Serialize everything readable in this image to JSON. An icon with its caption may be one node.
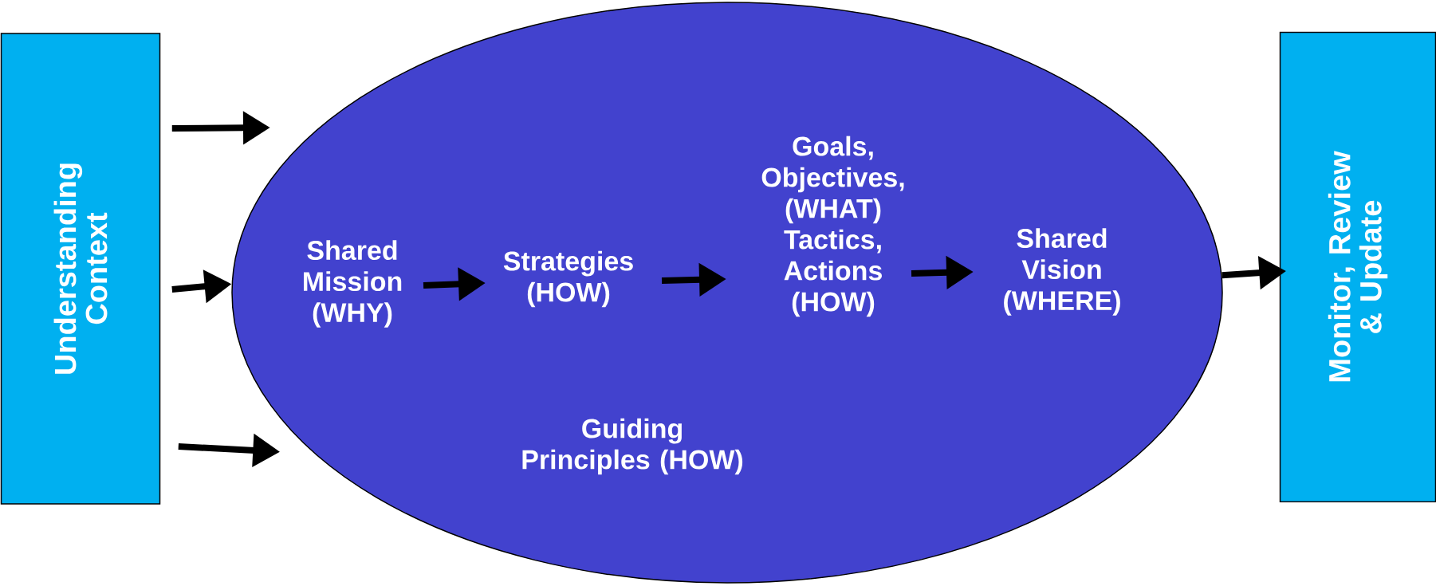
{
  "diagram": {
    "nodes": [
      {
        "text": [
          "Understanding Context"
        ]
      },
      {
        "text": [],
        "shape": "ellipse"
      },
      {
        "text": [
          "Shared Mission (WHY)"
        ],
        "in": 1
      },
      {
        "text": [
          "Strategies (HOW)"
        ],
        "in": 1
      },
      {
        "text": [
          "Goals, Objectives, (WHAT) Tactics, Actions (HOW)"
        ],
        "in": 1
      },
      {
        "text": [
          "Shared Vision (WHERE)"
        ],
        "in": 1
      },
      {
        "text": [
          "Guiding Principles (HOW)"
        ],
        "in": 1
      },
      {
        "text": [
          "Monitor, Review & Update"
        ]
      }
    ],
    "edges": [
      {
        "from": 0,
        "to": 1,
        "arrow": "to"
      },
      {
        "from": 0,
        "to": 1,
        "arrow": "to"
      },
      {
        "from": 0,
        "to": 1,
        "arrow": "to"
      },
      {
        "from": 2,
        "to": 3,
        "arrow": "to"
      },
      {
        "from": 3,
        "to": 4,
        "arrow": "to"
      },
      {
        "from": 4,
        "to": 5,
        "arrow": "to"
      },
      {
        "from": 1,
        "to": 7,
        "arrow": "to"
      }
    ]
  }
}
